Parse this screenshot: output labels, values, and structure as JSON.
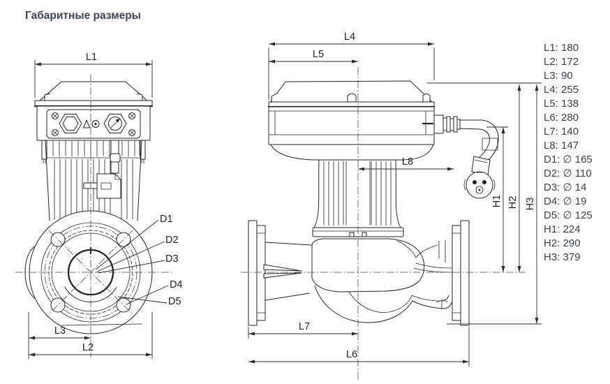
{
  "title": "Габаритные размеры",
  "colors": {
    "title_text": "#3d4656",
    "legend_text": "#3a414b",
    "line": "#232323"
  },
  "legend": {
    "items": [
      "L1: 180",
      "L2: 172",
      "L3: 90",
      "L4: 255",
      "L5: 138",
      "L6: 280",
      "L7: 140",
      "L8: 147",
      "D1: ∅ 165",
      "D2: ∅ 110",
      "D3: ∅ 14",
      "D4: ∅ 19",
      "D5: ∅ 125",
      "H1: 224",
      "H2: 290",
      "H3: 379"
    ]
  },
  "dims": {
    "l1": "L1",
    "l2": "L2",
    "l3": "L3",
    "l4": "L4",
    "l5": "L5",
    "l6": "L6",
    "l7": "L7",
    "l8": "L8",
    "d1": "D1",
    "d2": "D2",
    "d3": "D3",
    "d4": "D4",
    "d5": "D5",
    "h1": "H1",
    "h2": "H2",
    "h3": "H3"
  }
}
